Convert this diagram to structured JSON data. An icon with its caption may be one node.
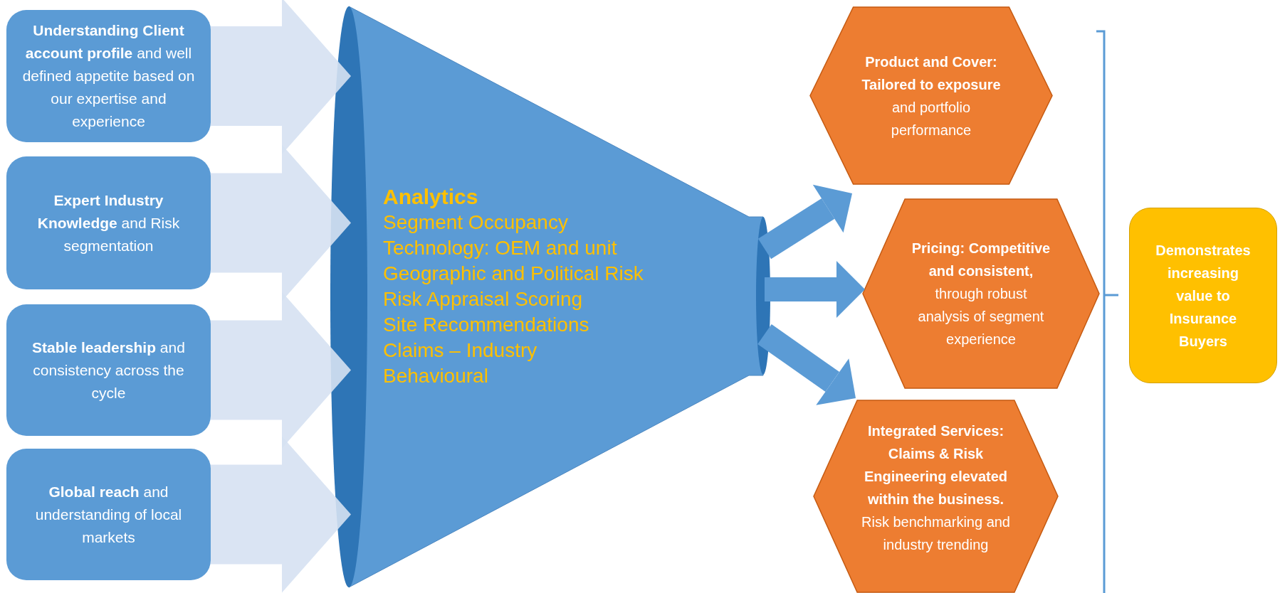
{
  "diagram": {
    "nodes": [
      {
        "text": [
          "**Understanding Client account profile** and well defined appetite based on our expertise and experience"
        ]
      },
      {
        "text": [
          "**Expert Industry Knowledge** and Risk segmentation"
        ]
      },
      {
        "text": [
          "**Stable leadership** and consistency across the cycle"
        ]
      },
      {
        "text": [
          "**Global reach** and understanding of local markets"
        ]
      },
      {
        "text": [
          "Analytics",
          "Segment Occupancy",
          "Technology: OEM and unit",
          "Geographic and Political Risk",
          "Risk Appraisal Scoring",
          "Site Recommendations",
          "Claims – Industry",
          "Behavioural"
        ]
      },
      {
        "text": [
          "**Product and Cover: Tailored to exposure** and portfolio performance"
        ]
      },
      {
        "text": [
          "**Pricing: Competitive and consistent,** through robust analysis of segment experience"
        ]
      },
      {
        "text": [
          "**Integrated Services: Claims & Risk Engineering elevated within the business.** Risk benchmarking and industry trending"
        ]
      },
      {
        "text": [
          "Demonstrates increasing value to Insurance Buyers"
        ]
      }
    ],
    "edges": [
      {
        "from": 0,
        "to": 4,
        "arrow": "to"
      },
      {
        "from": 1,
        "to": 4,
        "arrow": "to"
      },
      {
        "from": 2,
        "to": 4,
        "arrow": "to"
      },
      {
        "from": 3,
        "to": 4,
        "arrow": "to"
      },
      {
        "from": 4,
        "to": 5,
        "arrow": "to",
        "color": "#5b9bd5"
      },
      {
        "from": 4,
        "to": 6,
        "arrow": "to",
        "color": "#5b9bd5"
      },
      {
        "from": 4,
        "to": 7,
        "arrow": "to",
        "color": "#5b9bd5"
      }
    ]
  }
}
